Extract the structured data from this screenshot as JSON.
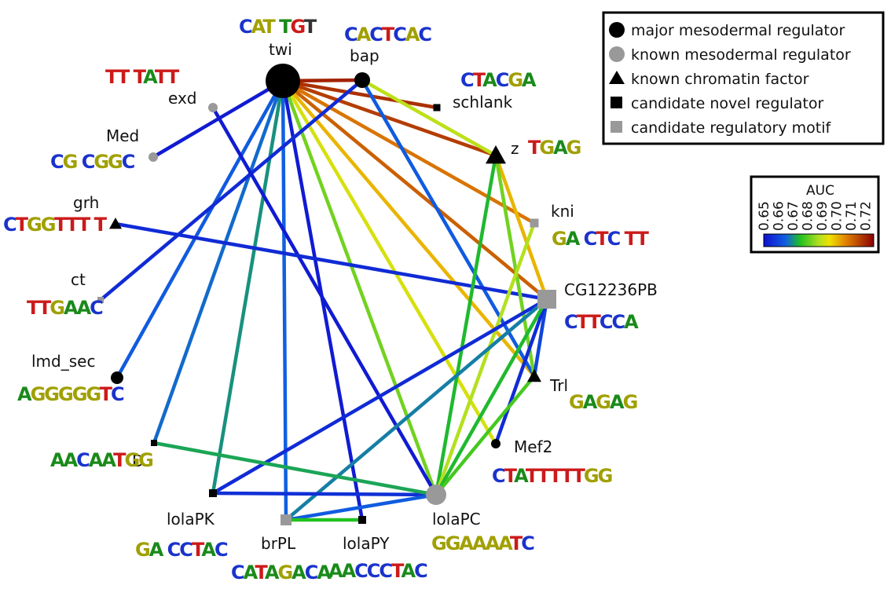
{
  "legend": {
    "items": [
      {
        "label": "major mesodermal regulator",
        "shape": "circle",
        "color": "#000000"
      },
      {
        "label": "known mesodermal regulator",
        "shape": "circle",
        "color": "#999999"
      },
      {
        "label": "known chromatin factor",
        "shape": "triangle",
        "color": "#000000"
      },
      {
        "label": "candidate novel regulator",
        "shape": "square",
        "color": "#000000"
      },
      {
        "label": "candidate regulatory motif",
        "shape": "square",
        "color": "#999999"
      }
    ]
  },
  "colorbar": {
    "title": "AUC",
    "ticks": [
      "0.65",
      "0.66",
      "0.67",
      "0.68",
      "0.69",
      "0.70",
      "0.71",
      "0.72"
    ],
    "min": 0.65,
    "max": 0.725
  },
  "nodes": [
    {
      "id": "twi",
      "label": "twi",
      "type": "major",
      "motif": "CAT TGT",
      "motif_colors": [
        "#1a33cc",
        "#a0a000",
        "#a0a000",
        "#cc1a1a",
        "#1a8a1a",
        "#cc1a1a"
      ]
    },
    {
      "id": "bap",
      "label": "bap",
      "type": "major",
      "motif": "CACTCAC",
      "motif_colors": [
        "#1a33cc",
        "#a0a000",
        "#1a33cc",
        "#cc1a1a",
        "#1a33cc",
        "#a0a000",
        "#1a33cc"
      ]
    },
    {
      "id": "schlank",
      "label": "schlank",
      "type": "novel",
      "motif": "CTACGA",
      "motif_colors": [
        "#1a33cc",
        "#cc1a1a",
        "#1a8a1a",
        "#1a33cc",
        "#a0a000",
        "#1a8a1a"
      ]
    },
    {
      "id": "z",
      "label": "z",
      "type": "chromatin",
      "motif": "TGAG",
      "motif_colors": [
        "#cc1a1a",
        "#a0a000",
        "#1a8a1a",
        "#a0a000"
      ]
    },
    {
      "id": "kni",
      "label": "kni",
      "type": "motif",
      "motif": "GA CTC TT",
      "motif_colors": [
        "#a0a000",
        "#1a8a1a",
        "#fff",
        "#1a33cc",
        "#cc1a1a",
        "#1a33cc",
        "#fff",
        "#cc1a1a",
        "#cc1a1a"
      ]
    },
    {
      "id": "CG12236PB",
      "label": "CG12236PB",
      "type": "motif",
      "motif": "CTTCCA",
      "motif_colors": [
        "#1a33cc",
        "#cc1a1a",
        "#cc1a1a",
        "#1a33cc",
        "#1a33cc",
        "#1a8a1a"
      ]
    },
    {
      "id": "Trl",
      "label": "Trl",
      "type": "chromatin",
      "motif": "GAGAG",
      "motif_colors": [
        "#a0a000",
        "#1a8a1a",
        "#a0a000",
        "#1a8a1a",
        "#a0a000"
      ]
    },
    {
      "id": "Mef2",
      "label": "Mef2",
      "type": "major",
      "motif": "CTATTTTTGG",
      "motif_colors": [
        "#1a33cc",
        "#cc1a1a",
        "#1a8a1a",
        "#cc1a1a",
        "#cc1a1a",
        "#cc1a1a",
        "#cc1a1a",
        "#cc1a1a",
        "#a0a000",
        "#a0a000"
      ]
    },
    {
      "id": "lolaPC",
      "label": "lolaPC",
      "type": "known",
      "motif": "GGAAAATC",
      "motif_colors": [
        "#a0a000",
        "#a0a000",
        "#a0a000",
        "#a0a000",
        "#a0a000",
        "#a0a000",
        "#cc1a1a",
        "#1a33cc"
      ]
    },
    {
      "id": "lolaPY",
      "label": "lolaPY",
      "type": "novel",
      "motif": "AACCCTAC",
      "motif_colors": [
        "#1a8a1a",
        "#1a8a1a",
        "#1a33cc",
        "#1a33cc",
        "#1a33cc",
        "#cc1a1a",
        "#1a8a1a",
        "#1a33cc"
      ]
    },
    {
      "id": "brPL",
      "label": "brPL",
      "type": "motif",
      "motif": "CATAGACA",
      "motif_colors": [
        "#1a33cc",
        "#1a8a1a",
        "#cc1a1a",
        "#1a8a1a",
        "#a0a000",
        "#1a8a1a",
        "#1a33cc",
        "#1a8a1a"
      ]
    },
    {
      "id": "lolaPK",
      "label": "lolaPK",
      "type": "novel",
      "motif": "GA CCTAC",
      "motif_colors": [
        "#a0a000",
        "#1a8a1a",
        "#fff",
        "#1a33cc",
        "#1a33cc",
        "#cc1a1a",
        "#1a8a1a",
        "#1a33cc"
      ]
    },
    {
      "id": "D",
      "label": "D",
      "type": "novel",
      "motif": "AACAATGG",
      "motif_colors": [
        "#1a8a1a",
        "#1a8a1a",
        "#1a33cc",
        "#1a8a1a",
        "#1a8a1a",
        "#cc1a1a",
        "#a0a000",
        "#a0a000"
      ]
    },
    {
      "id": "lmd_sec",
      "label": "lmd_sec",
      "type": "major",
      "motif": "AGGGGGTC",
      "motif_colors": [
        "#1a8a1a",
        "#a0a000",
        "#a0a000",
        "#a0a000",
        "#a0a000",
        "#a0a000",
        "#cc1a1a",
        "#1a33cc"
      ]
    },
    {
      "id": "ct",
      "label": "ct",
      "type": "motif",
      "motif": "TTGAAC",
      "motif_colors": [
        "#cc1a1a",
        "#cc1a1a",
        "#a0a000",
        "#1a8a1a",
        "#1a8a1a",
        "#1a33cc"
      ]
    },
    {
      "id": "grh",
      "label": "grh",
      "type": "chromatin",
      "motif": "CTGGTTT T",
      "motif_colors": [
        "#1a33cc",
        "#cc1a1a",
        "#a0a000",
        "#a0a000",
        "#cc1a1a",
        "#cc1a1a",
        "#cc1a1a",
        "#fff",
        "#cc1a1a"
      ]
    },
    {
      "id": "Med",
      "label": "Med",
      "type": "known",
      "motif": "CG CGGC",
      "motif_colors": [
        "#1a33cc",
        "#a0a000",
        "#fff",
        "#1a33cc",
        "#a0a000",
        "#a0a000",
        "#1a33cc"
      ]
    },
    {
      "id": "exd",
      "label": "exd",
      "type": "known",
      "motif": "TT TATT",
      "motif_colors": [
        "#cc1a1a",
        "#cc1a1a",
        "#fff",
        "#cc1a1a",
        "#1a8a1a",
        "#cc1a1a",
        "#cc1a1a"
      ]
    }
  ],
  "edges": [
    {
      "source": "twi",
      "target": "bap",
      "auc": 0.72
    },
    {
      "source": "twi",
      "target": "schlank",
      "auc": 0.718
    },
    {
      "source": "twi",
      "target": "z",
      "auc": 0.716
    },
    {
      "source": "twi",
      "target": "kni",
      "auc": 0.708
    },
    {
      "source": "twi",
      "target": "CG12236PB",
      "auc": 0.711
    },
    {
      "source": "twi",
      "target": "Trl",
      "auc": 0.7
    },
    {
      "source": "twi",
      "target": "Mef2",
      "auc": 0.692
    },
    {
      "source": "twi",
      "target": "lolaPC",
      "auc": 0.682
    },
    {
      "source": "twi",
      "target": "lolaPY",
      "auc": 0.652
    },
    {
      "source": "twi",
      "target": "brPL",
      "auc": 0.665
    },
    {
      "source": "twi",
      "target": "lolaPK",
      "auc": 0.67
    },
    {
      "source": "twi",
      "target": "D",
      "auc": 0.666
    },
    {
      "source": "twi",
      "target": "lmd_sec",
      "auc": 0.664
    },
    {
      "source": "twi",
      "target": "Med",
      "auc": 0.652
    },
    {
      "source": "bap",
      "target": "z",
      "auc": 0.689
    },
    {
      "source": "bap",
      "target": "Trl",
      "auc": 0.664
    },
    {
      "source": "bap",
      "target": "ct",
      "auc": 0.655
    },
    {
      "source": "exd",
      "target": "lolaPC",
      "auc": 0.652
    },
    {
      "source": "grh",
      "target": "CG12236PB",
      "auc": 0.655
    },
    {
      "source": "z",
      "target": "CG12236PB",
      "auc": 0.7
    },
    {
      "source": "z",
      "target": "lolaPC",
      "auc": 0.674
    },
    {
      "source": "z",
      "target": "Trl",
      "auc": 0.682
    },
    {
      "source": "kni",
      "target": "lolaPC",
      "auc": 0.688
    },
    {
      "source": "CG12236PB",
      "target": "Trl",
      "auc": 0.66
    },
    {
      "source": "CG12236PB",
      "target": "Mef2",
      "auc": 0.655
    },
    {
      "source": "CG12236PB",
      "target": "lolaPC",
      "auc": 0.674
    },
    {
      "source": "CG12236PB",
      "target": "lolaPK",
      "auc": 0.655
    },
    {
      "source": "CG12236PB",
      "target": "brPL",
      "auc": 0.668
    },
    {
      "source": "Trl",
      "target": "lolaPC",
      "auc": 0.678
    },
    {
      "source": "lolaPC",
      "target": "lolaPK",
      "auc": 0.656
    },
    {
      "source": "lolaPC",
      "target": "D",
      "auc": 0.672
    },
    {
      "source": "lolaPC",
      "target": "brPL",
      "auc": 0.664
    },
    {
      "source": "brPL",
      "target": "lolaPY",
      "auc": 0.675
    }
  ]
}
